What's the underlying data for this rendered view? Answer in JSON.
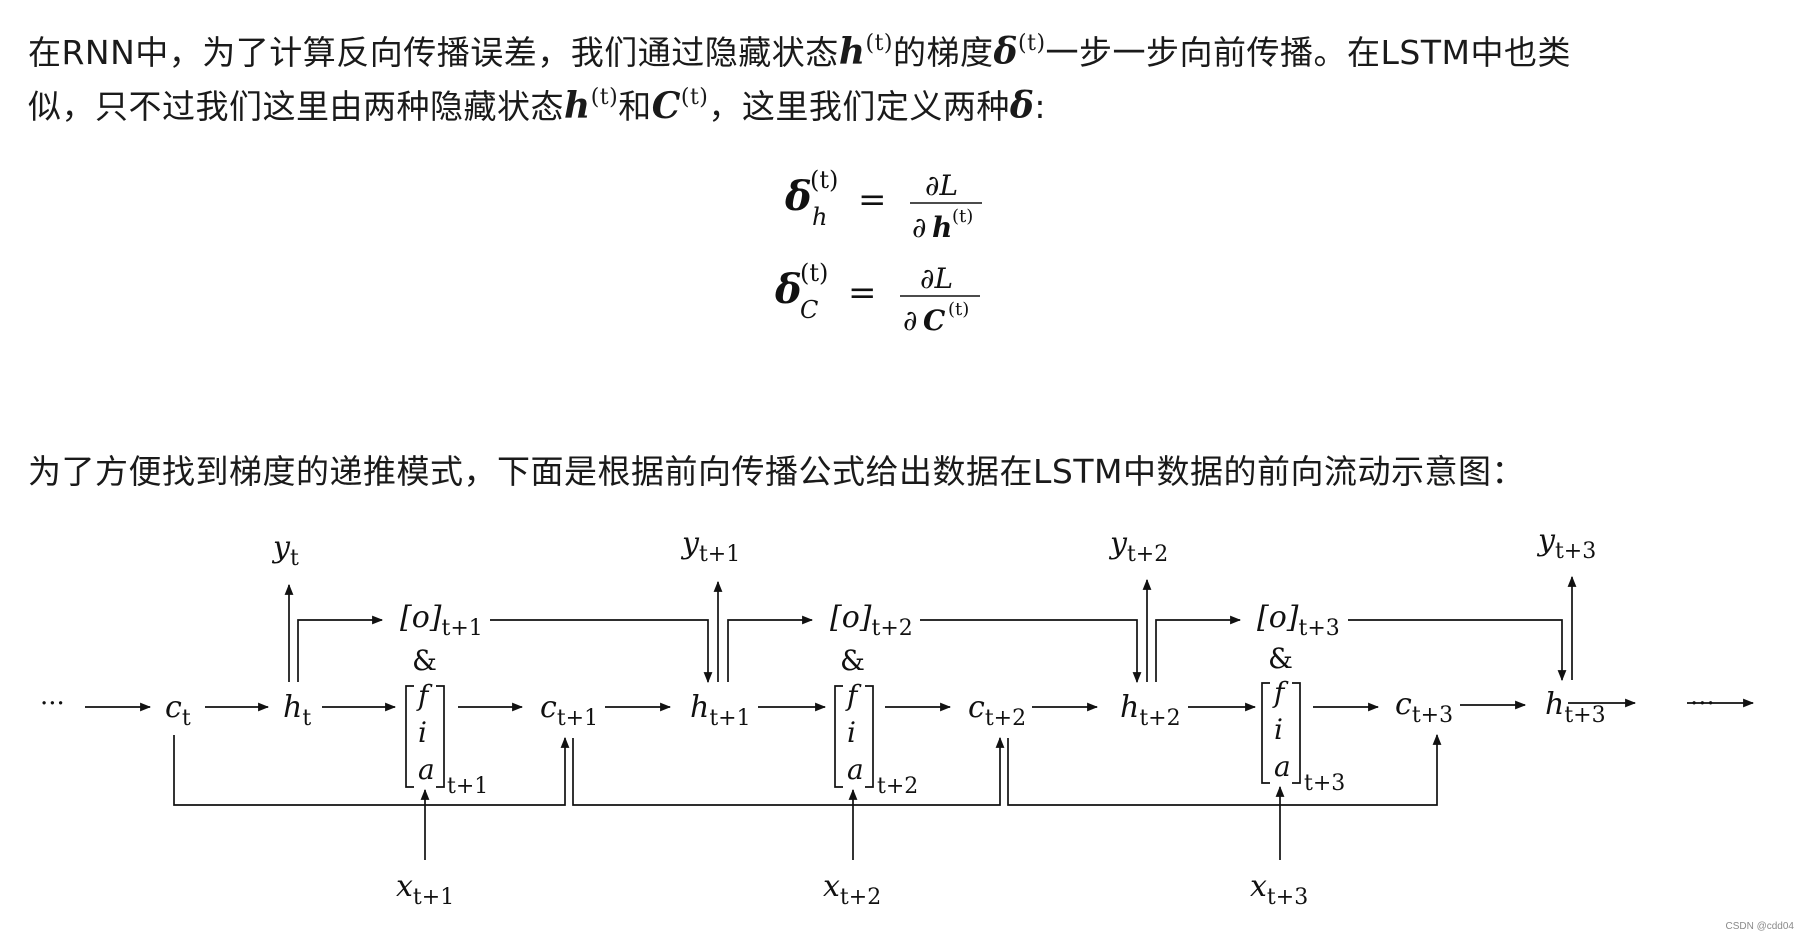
{
  "intro": {
    "line1_a": "在RNN中，为了计算反向传播误差，我们通过隐藏状态",
    "h_sym": "h",
    "t_sup": "(t)",
    "line1_b": "的梯度",
    "delta_sym": "δ",
    "line1_c": "一步一步向前传播。在LSTM中也类",
    "line2_a": "似，只不过我们这里由两种隐藏状态",
    "line2_b": "和",
    "c_sym": "C",
    "line2_c": "，这里我们定义两种",
    "line2_d": ":"
  },
  "equations": {
    "eq1": {
      "lhs": "δ",
      "sub": "h",
      "sup": "(t)",
      "equals": "=",
      "num": "∂L",
      "den_d": "∂",
      "den_var": "h",
      "den_sup": "(t)"
    },
    "eq2": {
      "lhs": "δ",
      "sub": "C",
      "sup": "(t)",
      "equals": "=",
      "num": "∂L",
      "den_d": "∂",
      "den_var": "C",
      "den_sup": "(t)"
    }
  },
  "section2": {
    "text": "为了方便找到梯度的递推模式，下面是根据前向传播公式给出数据在LSTM中数据的前向流动示意图："
  },
  "diagram": {
    "ellipsis": "···",
    "amp": "&",
    "c_labels": [
      {
        "b": "c",
        "s": "t"
      },
      {
        "b": "c",
        "s": "t+1"
      },
      {
        "b": "c",
        "s": "t+2"
      },
      {
        "b": "c",
        "s": "t+3"
      }
    ],
    "h_labels": [
      {
        "b": "h",
        "s": "t"
      },
      {
        "b": "h",
        "s": "t+1"
      },
      {
        "b": "h",
        "s": "t+2"
      },
      {
        "b": "h",
        "s": "t+3"
      }
    ],
    "y_labels": [
      {
        "b": "y",
        "s": "t"
      },
      {
        "b": "y",
        "s": "t+1"
      },
      {
        "b": "y",
        "s": "t+2"
      },
      {
        "b": "y",
        "s": "t+3"
      }
    ],
    "o_labels": [
      {
        "b": "[o]",
        "s": "t+1"
      },
      {
        "b": "[o]",
        "s": "t+2"
      },
      {
        "b": "[o]",
        "s": "t+3"
      }
    ],
    "gate_rows": [
      "f",
      "i",
      "a"
    ],
    "gate_subs": [
      "t+1",
      "t+2",
      "t+3"
    ],
    "x_labels": [
      {
        "b": "x",
        "s": "t+1"
      },
      {
        "b": "x",
        "s": "t+2"
      },
      {
        "b": "x",
        "s": "t+3"
      }
    ]
  },
  "footer": "CSDN @cdd04"
}
